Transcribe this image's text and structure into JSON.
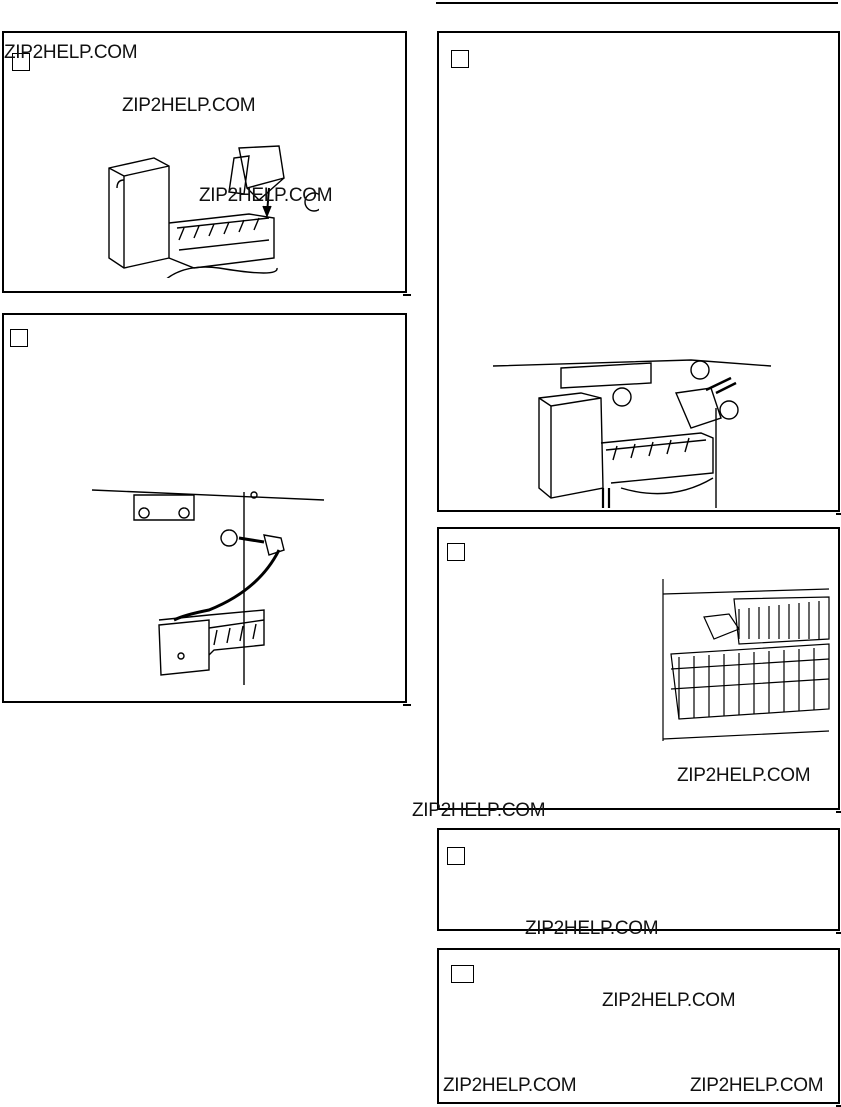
{
  "watermark": {
    "text": "ZIP2HELP.COM"
  },
  "panels": [
    {
      "id": "panel-1",
      "step_box": ""
    },
    {
      "id": "panel-2",
      "step_box": ""
    },
    {
      "id": "panel-3",
      "step_box": ""
    },
    {
      "id": "panel-4",
      "step_box": ""
    },
    {
      "id": "panel-5",
      "step_box": ""
    },
    {
      "id": "panel-6",
      "step_box": ""
    }
  ],
  "illustrations": [
    {
      "panel": "panel-1",
      "icon": "ice-maker-mounting-icon"
    },
    {
      "panel": "panel-2",
      "icon": "ice-maker-wire-connect-icon"
    },
    {
      "panel": "panel-3",
      "icon": "ice-maker-installed-icon"
    },
    {
      "panel": "panel-4",
      "icon": "freezer-baskets-icon"
    }
  ]
}
